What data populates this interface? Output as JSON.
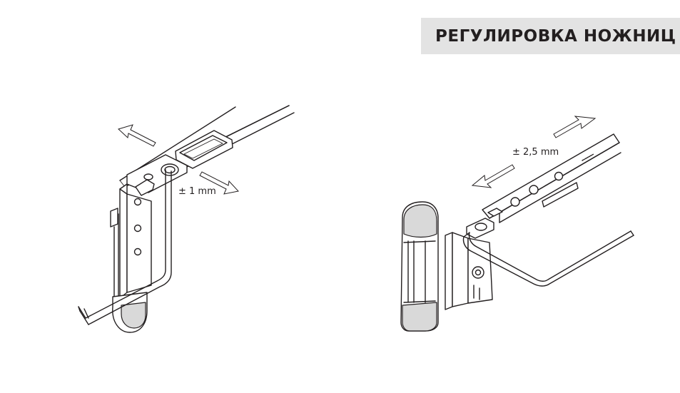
{
  "header": {
    "title": "РЕГУЛИРОВКА НОЖНИЦ"
  },
  "left_drawing": {
    "adjustment_label": "± 1 mm"
  },
  "right_drawing": {
    "adjustment_label": "± 2,5 mm"
  }
}
